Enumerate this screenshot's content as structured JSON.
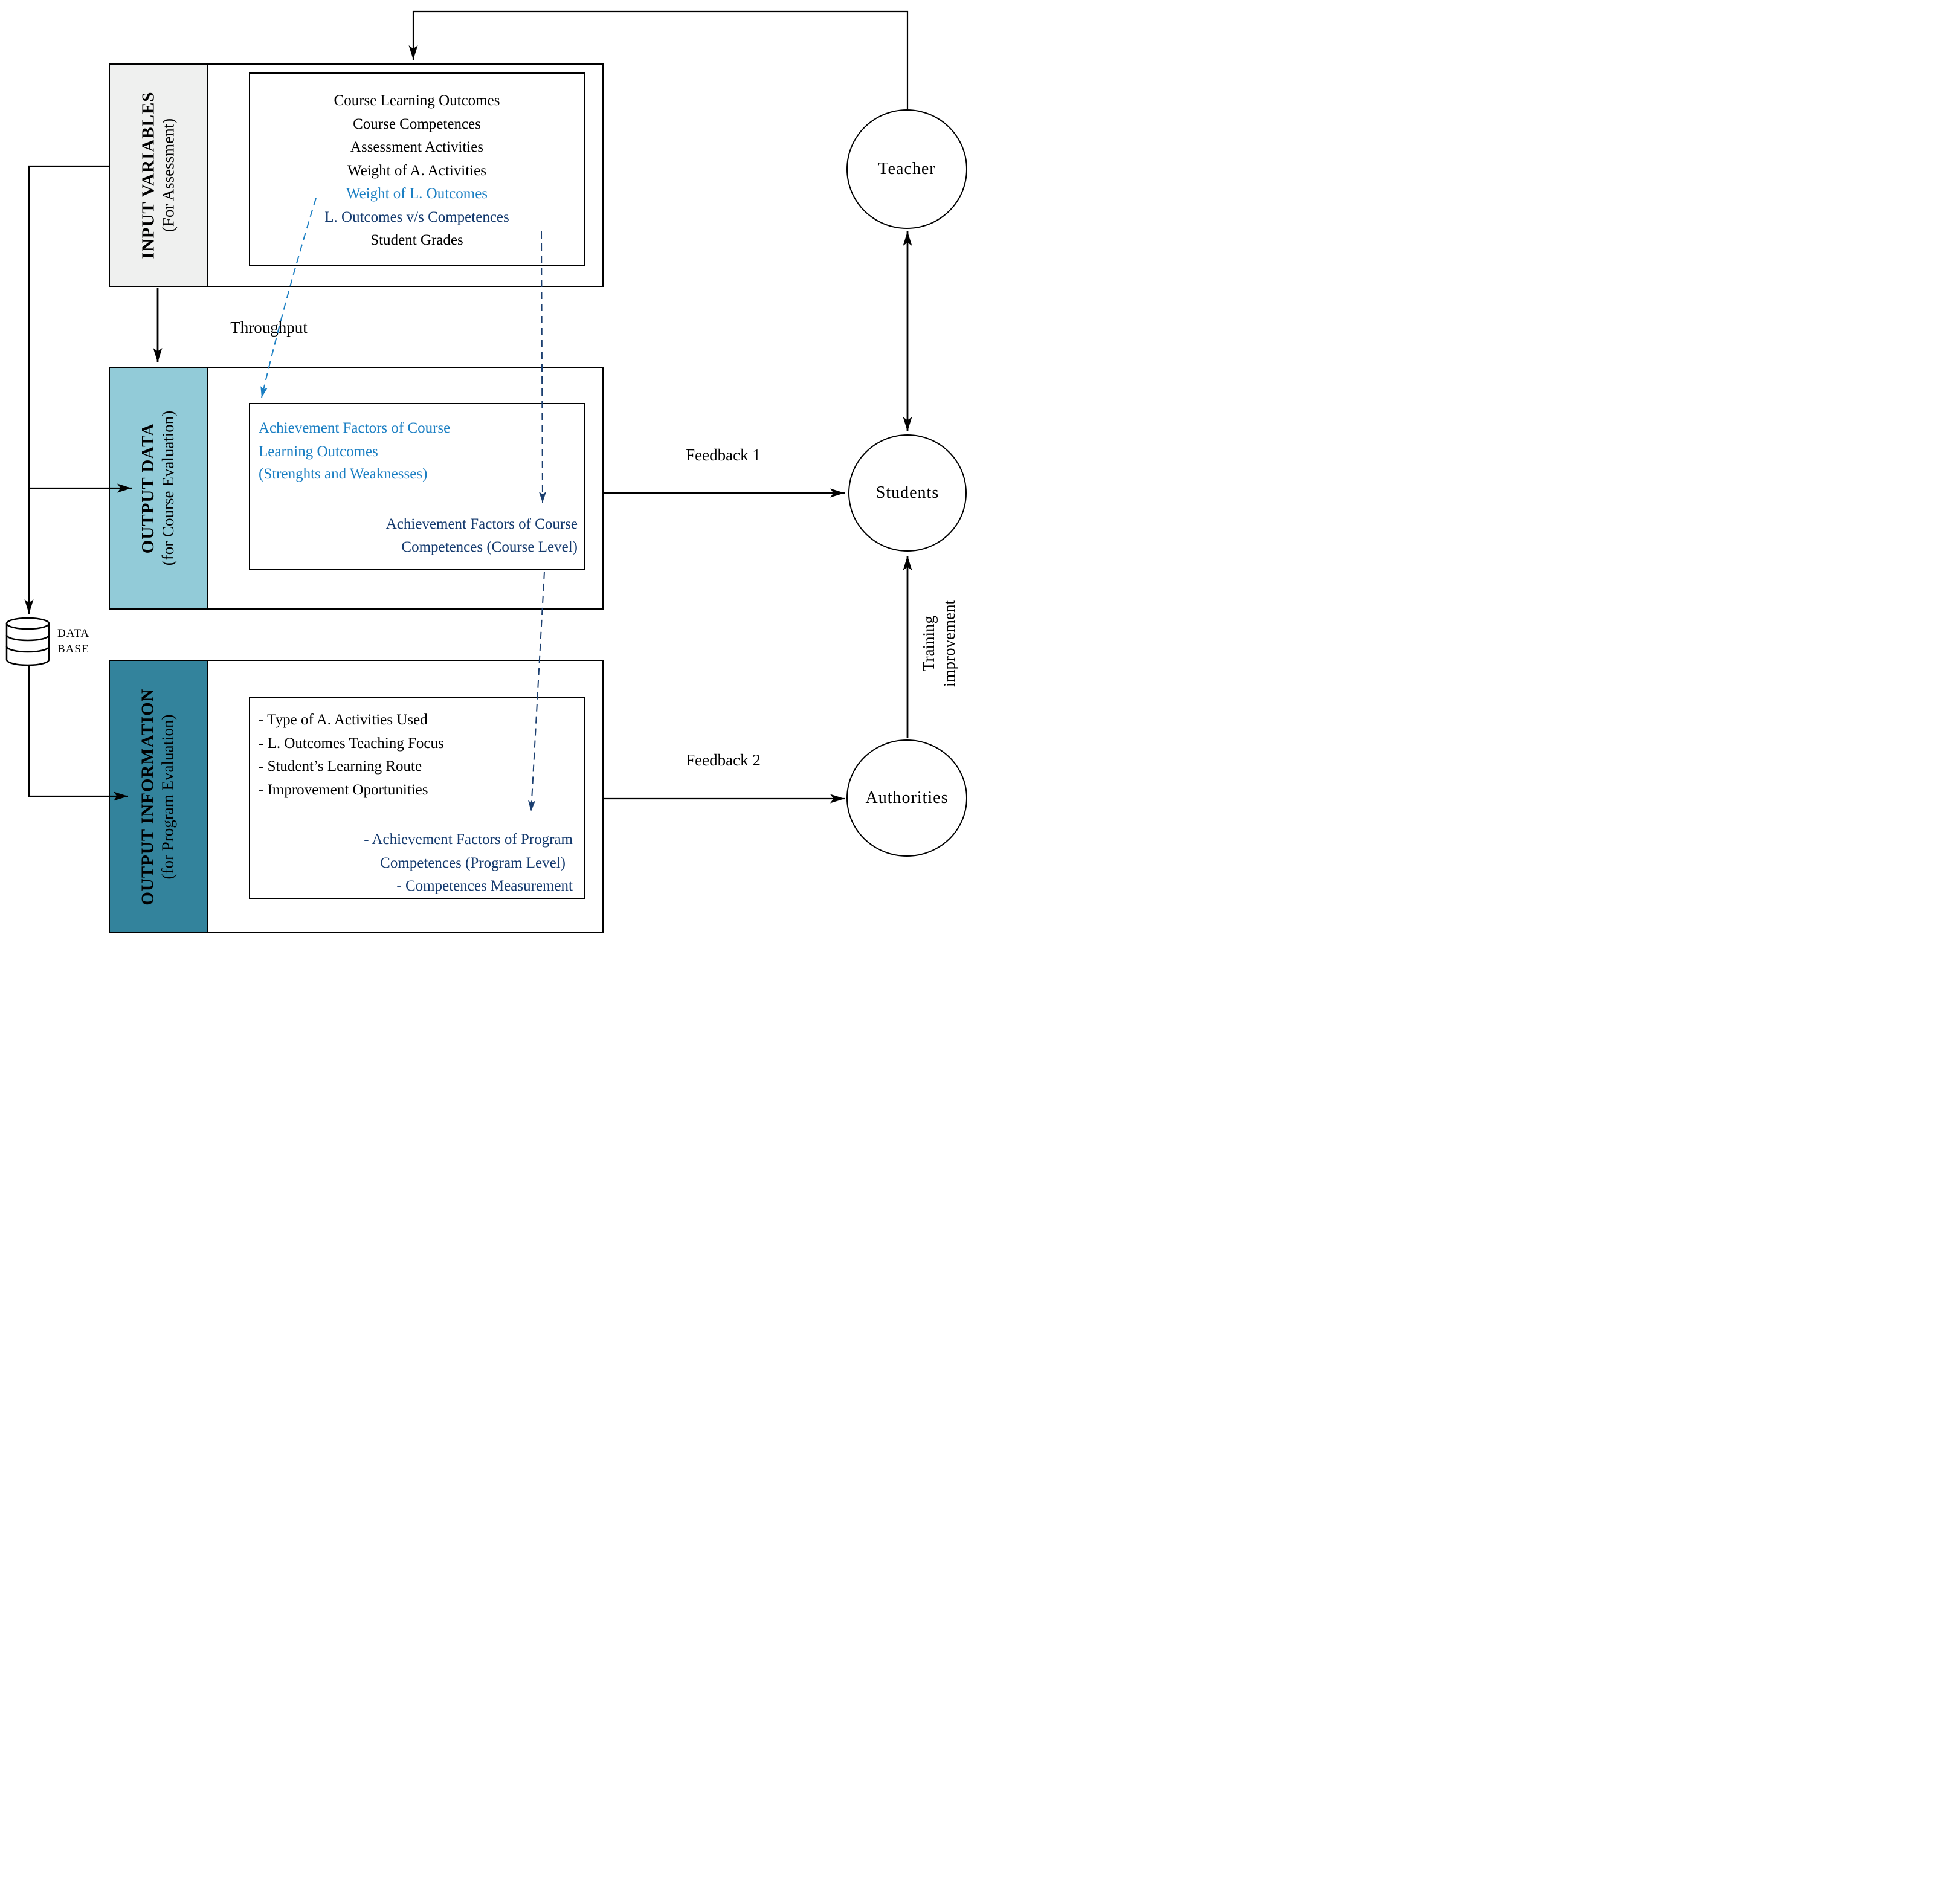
{
  "colors": {
    "light_blue_text": "#1B7FC3",
    "navy_text": "#143A6E",
    "strip_top": "#EFF0EF",
    "strip_middle": "#92CBD8",
    "strip_bottom": "#33839C",
    "line_black": "#000000"
  },
  "top_box": {
    "title": "INPUT VARIABLES",
    "subtitle": "(For Assessment)",
    "items": [
      {
        "text": "Course Learning Outcomes"
      },
      {
        "text": "Course Competences"
      },
      {
        "text": "Assessment Activities"
      },
      {
        "text": "Weight of A. Activities"
      },
      {
        "text": "Weight of L. Outcomes"
      },
      {
        "text": "L. Outcomes v/s Competences"
      },
      {
        "text": "Student Grades"
      }
    ]
  },
  "middle_box": {
    "title": "OUTPUT DATA",
    "subtitle": "(for Course Evaluation)",
    "achievement_outcomes": [
      "Achievement Factors of Course",
      "Learning Outcomes",
      "(Strenghts and Weaknesses)"
    ],
    "achievement_competences": [
      "Achievement Factors of Course",
      "Competences (Course Level)"
    ]
  },
  "bottom_box": {
    "title": "OUTPUT INFORMATION",
    "subtitle": "(for Program Evaluation)",
    "items": [
      "- Type of A. Activities Used",
      "- L. Outcomes Teaching Focus",
      "- Student’s Learning Route",
      "- Improvement Oportunities"
    ],
    "navy_items": [
      "- Achievement Factors of Program",
      "Competences (Program Level)",
      "- Competences Measurement"
    ]
  },
  "labels": {
    "throughput": "Throughput",
    "feedback1": "Feedback 1",
    "feedback2": "Feedback 2",
    "training_line1": "Training",
    "training_line2": "improvement",
    "database_line1": "DATA",
    "database_line2": "BASE"
  },
  "nodes": {
    "teacher": "Teacher",
    "students": "Students",
    "authorities": "Authorities"
  }
}
